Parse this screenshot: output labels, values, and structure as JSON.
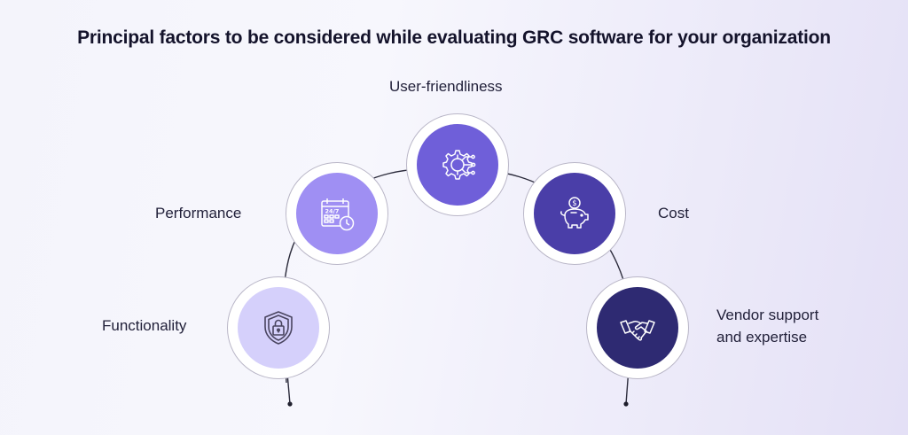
{
  "title": "Principal factors to be considered while evaluating GRC software for your organization",
  "colors": {
    "functionality": "#d5d0fb",
    "performance": "#9f8ff3",
    "user_friendliness": "#6f5fd9",
    "cost": "#4a3ea8",
    "vendor": "#2e2a72",
    "connector": "#2b2b3b"
  },
  "factors": {
    "functionality": {
      "label": "Functionality",
      "icon": "shield-lock-icon"
    },
    "performance": {
      "label": "Performance",
      "icon": "calendar-24-7-icon"
    },
    "user_friendliness": {
      "label": "User-friendliness",
      "icon": "gear-circuit-icon"
    },
    "cost": {
      "label": "Cost",
      "icon": "piggy-bank-icon"
    },
    "vendor": {
      "label_line1": "Vendor support",
      "label_line2": "and expertise",
      "icon": "handshake-icon"
    }
  }
}
